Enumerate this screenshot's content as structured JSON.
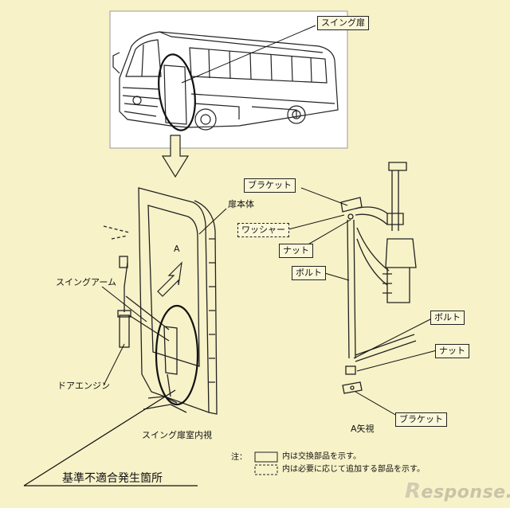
{
  "labels": {
    "swing_door": "スイング扉",
    "door_body": "扉本体",
    "view_a_marker": "A",
    "swing_arm": "スイングアーム",
    "door_engine": "ドアエンジン",
    "interior_view_caption": "スイング扉室内視",
    "a_view_caption": "A矢視",
    "bracket_top": "ブラケット",
    "washer": "ワッシャー",
    "nut_top": "ナット",
    "bolt_top": "ボルト",
    "bolt_bottom": "ボルト",
    "nut_bottom": "ナット",
    "bracket_bottom": "ブラケット",
    "noncompliance_location": "基準不適合発生箇所"
  },
  "legend": {
    "note_label": "注：",
    "solid_box_text": "内は交換部品を示す。",
    "dashed_box_text": "内は必要に応じて追加する部品を示す。"
  },
  "watermark": {
    "text": "esponse.",
    "initial": "R"
  },
  "colors": {
    "background": "#f7f2c8",
    "panel": "#ffffff",
    "line": "#222222"
  }
}
